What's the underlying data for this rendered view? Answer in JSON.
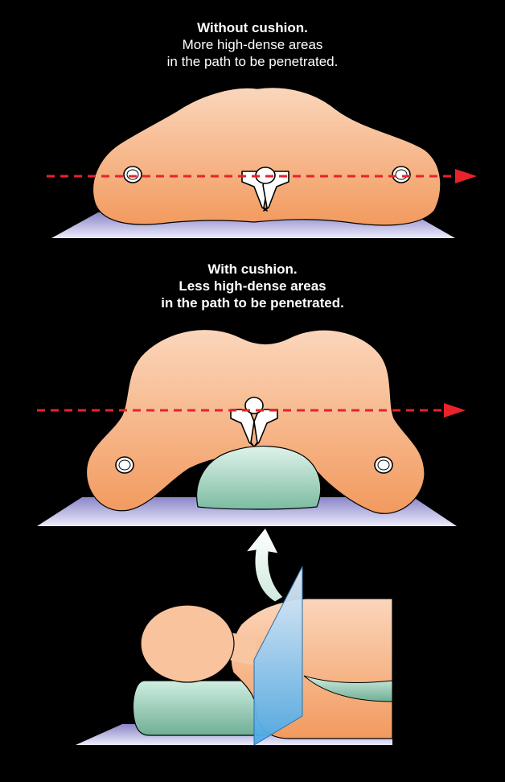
{
  "panels": {
    "without_cushion": {
      "title": "Without cushion.",
      "line1": "More high-dense areas",
      "line2": "in the path to be penetrated."
    },
    "with_cushion": {
      "title": "With cushion.",
      "line1": "Less high-dense areas",
      "line2": "in the path to be penetrated."
    }
  },
  "colors": {
    "background": "#000000",
    "body": "#f7b98a",
    "table": "#cfcdf0",
    "cushion": "#8fc9b0",
    "beam_arrow": "#e8232a",
    "bone": "#ffffff",
    "plane": "#5bb0e8"
  }
}
